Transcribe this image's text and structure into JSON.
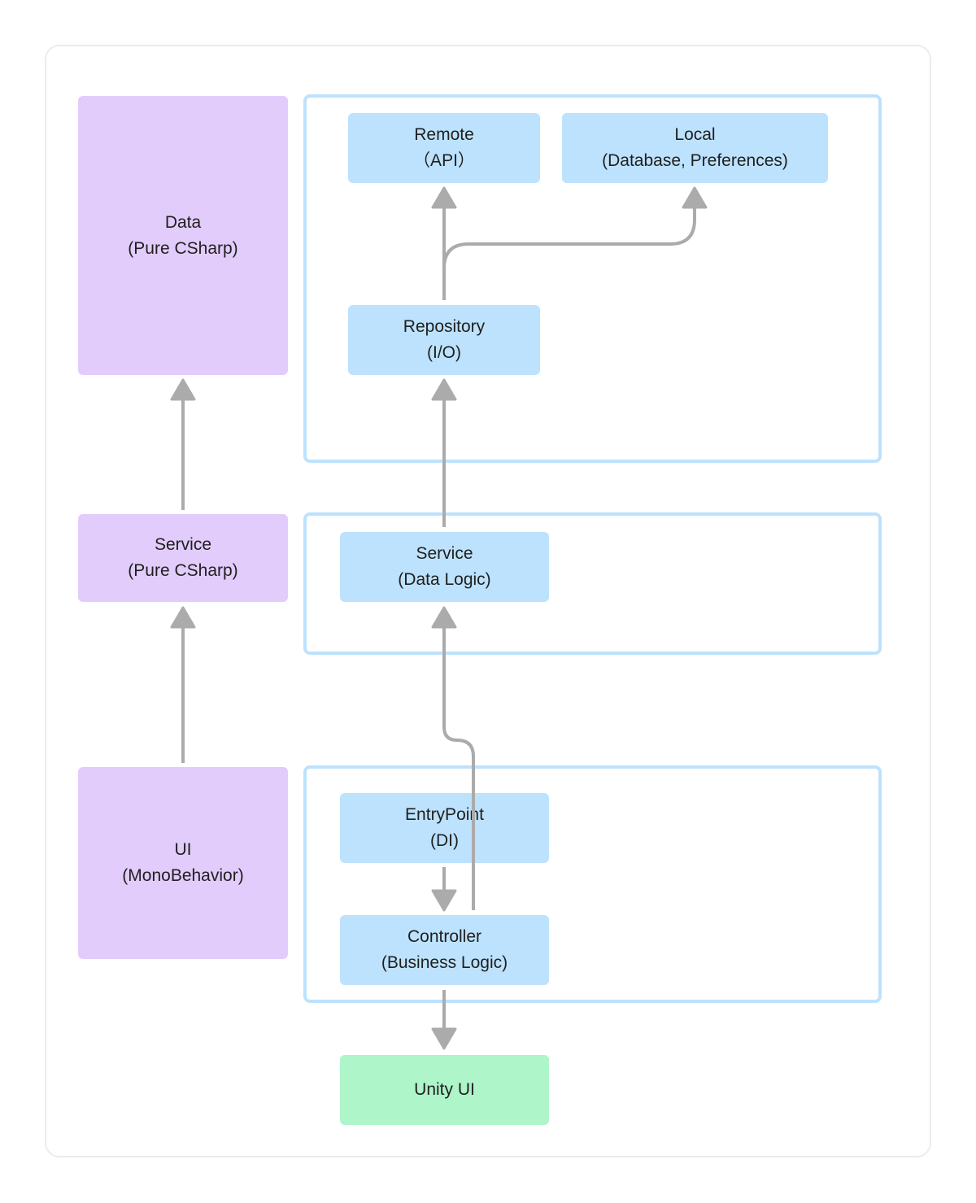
{
  "colors": {
    "layer_box": "#e2ccfb",
    "component_box": "#bde2fd",
    "group_border": "#bde2fd",
    "unity_box": "#aef5c9",
    "arrow": "#ababab"
  },
  "layers": {
    "data": {
      "title": "Data",
      "subtitle": "(Pure CSharp)"
    },
    "service": {
      "title": "Service",
      "subtitle": "(Pure CSharp)"
    },
    "ui": {
      "title": "UI",
      "subtitle": "(MonoBehavior)"
    }
  },
  "components": {
    "remote": {
      "title": "Remote",
      "subtitle": "（API）"
    },
    "local": {
      "title": "Local",
      "subtitle": "(Database, Preferences)"
    },
    "repository": {
      "title": "Repository",
      "subtitle": "(I/O)"
    },
    "service": {
      "title": "Service",
      "subtitle": "(Data Logic)"
    },
    "entrypoint": {
      "title": "EntryPoint",
      "subtitle": "(DI)"
    },
    "controller": {
      "title": "Controller",
      "subtitle": "(Business Logic)"
    },
    "unity_ui": {
      "title": "Unity UI"
    }
  }
}
